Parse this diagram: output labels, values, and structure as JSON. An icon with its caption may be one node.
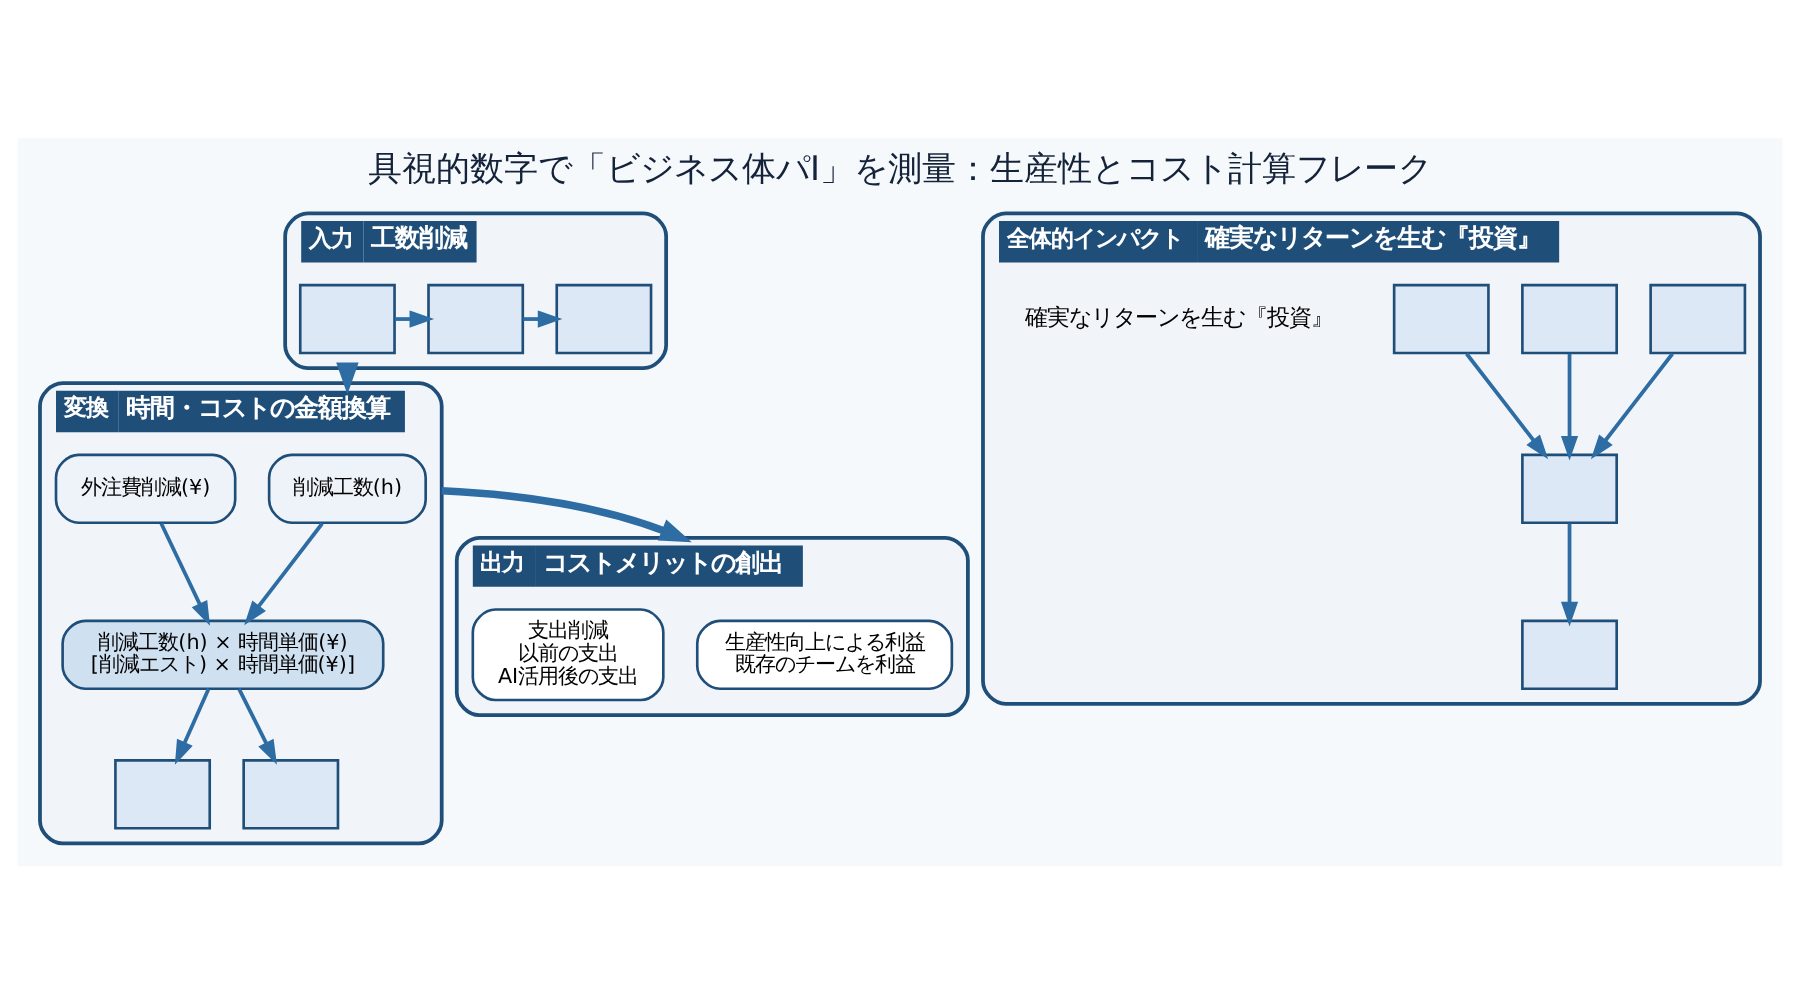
{
  "diagram": {
    "title": "具視的数字で「ビジネス体パI」を測量：生産性とコスト計算フレーク",
    "nodes": [
      {
        "text": [
          "入力",
          "工数削減"
        ]
      },
      {
        "text": [],
        "shape": "box",
        "in": 0
      },
      {
        "text": [],
        "shape": "box",
        "in": 0
      },
      {
        "text": [],
        "shape": "box",
        "in": 0
      },
      {
        "text": [
          "変換",
          "時間・コストの金額換算"
        ]
      },
      {
        "text": [
          "削減工数(h)"
        ],
        "in": 4
      },
      {
        "text": [
          "外注費削減(¥)"
        ],
        "in": 4
      },
      {
        "text": [
          "削減工数(h) × 時間単価(¥)",
          "[削減エスト) × 時間単価(¥)]"
        ],
        "in": 4
      },
      {
        "text": [],
        "shape": "box",
        "in": 4
      },
      {
        "text": [],
        "shape": "box",
        "in": 4
      },
      {
        "text": [
          "出力",
          "コストメリットの創出"
        ]
      },
      {
        "text": [
          "生産性向上による利益",
          "既存のチームを利益"
        ],
        "in": 10
      },
      {
        "text": [
          "支出削減",
          "以前の支出",
          "AI活用後の支出"
        ],
        "in": 10
      },
      {
        "text": [
          "全体的インパクト",
          "確実なリターンを生む『投資』",
          "確実なリターンを生む『投資』"
        ]
      },
      {
        "text": [],
        "shape": "box",
        "in": 13
      },
      {
        "text": [],
        "shape": "box",
        "in": 13
      },
      {
        "text": [],
        "shape": "box",
        "in": 13
      },
      {
        "text": [],
        "shape": "box",
        "in": 13
      },
      {
        "text": [],
        "shape": "box",
        "in": 13
      }
    ],
    "edges": [
      {
        "from": 1,
        "to": 2,
        "arrow": "to"
      },
      {
        "from": 2,
        "to": 3,
        "arrow": "to"
      },
      {
        "from": 0,
        "to": 4,
        "arrow": "to",
        "style": "thick"
      },
      {
        "from": 5,
        "to": 7,
        "arrow": "to"
      },
      {
        "from": 6,
        "to": 7,
        "arrow": "to"
      },
      {
        "from": 7,
        "to": 8,
        "arrow": "to"
      },
      {
        "from": 7,
        "to": 9,
        "arrow": "to"
      },
      {
        "from": 4,
        "to": 10,
        "arrow": "to",
        "style": "thick"
      },
      {
        "from": 14,
        "to": 17,
        "arrow": "to"
      },
      {
        "from": 15,
        "to": 17,
        "arrow": "to"
      },
      {
        "from": 16,
        "to": 17,
        "arrow": "to"
      },
      {
        "from": 17,
        "to": 18,
        "arrow": "to"
      }
    ]
  }
}
